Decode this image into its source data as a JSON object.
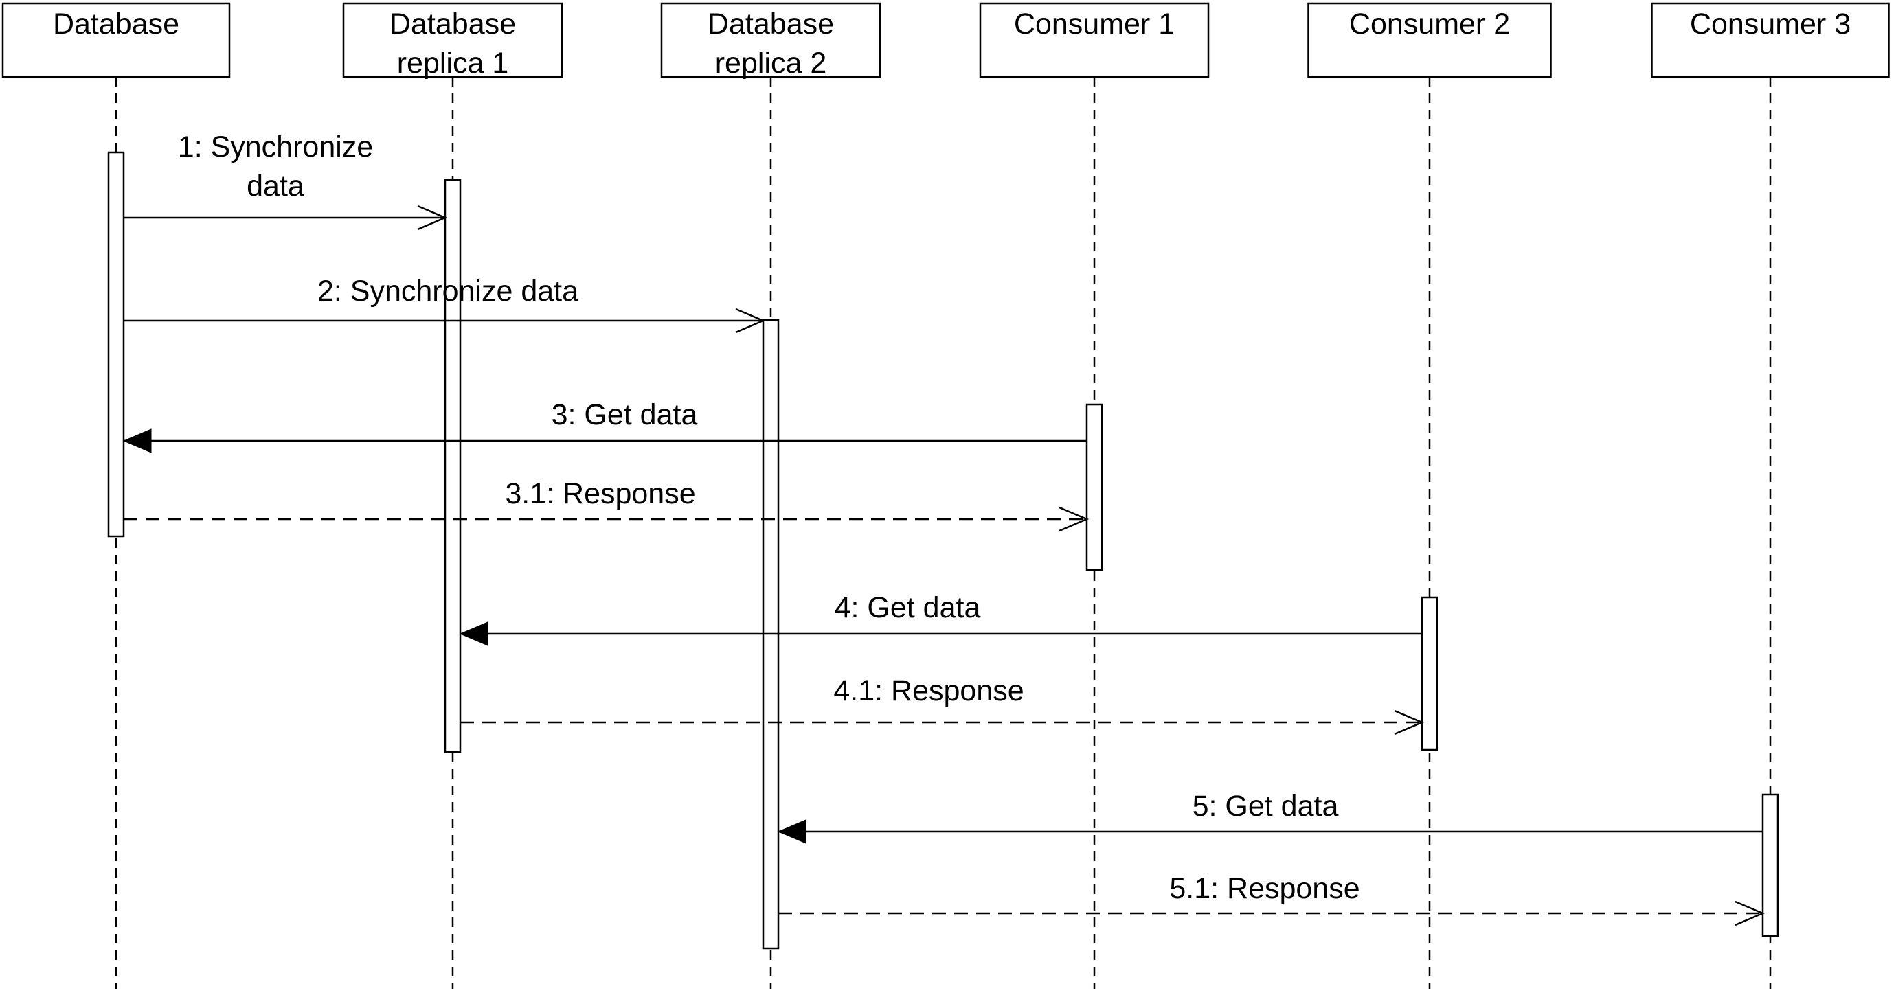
{
  "participants": [
    {
      "id": "db",
      "lines": [
        "Database"
      ]
    },
    {
      "id": "rep1",
      "lines": [
        "Database",
        "replica 1"
      ]
    },
    {
      "id": "rep2",
      "lines": [
        "Database",
        "replica 2"
      ]
    },
    {
      "id": "c1",
      "lines": [
        "Consumer 1"
      ]
    },
    {
      "id": "c2",
      "lines": [
        "Consumer 2"
      ]
    },
    {
      "id": "c3",
      "lines": [
        "Consumer 3"
      ]
    }
  ],
  "messages": [
    {
      "id": "m1",
      "from": "db",
      "to": "rep1",
      "style": "sync-open",
      "label_lines": [
        "1: Synchronize",
        "data"
      ]
    },
    {
      "id": "m2",
      "from": "db",
      "to": "rep2",
      "style": "sync-open",
      "label_lines": [
        "2: Synchronize data"
      ]
    },
    {
      "id": "m3",
      "from": "c1",
      "to": "db",
      "style": "call",
      "label_lines": [
        "3: Get data"
      ]
    },
    {
      "id": "m3_1",
      "from": "db",
      "to": "c1",
      "style": "return",
      "label_lines": [
        "3.1: Response"
      ]
    },
    {
      "id": "m4",
      "from": "c2",
      "to": "rep1",
      "style": "call",
      "label_lines": [
        "4: Get data"
      ]
    },
    {
      "id": "m4_1",
      "from": "rep1",
      "to": "c2",
      "style": "return",
      "label_lines": [
        "4.1: Response"
      ]
    },
    {
      "id": "m5",
      "from": "c3",
      "to": "rep2",
      "style": "call",
      "label_lines": [
        "5: Get data"
      ]
    },
    {
      "id": "m5_1",
      "from": "rep2",
      "to": "c3",
      "style": "return",
      "label_lines": [
        "5.1: Response"
      ]
    }
  ]
}
